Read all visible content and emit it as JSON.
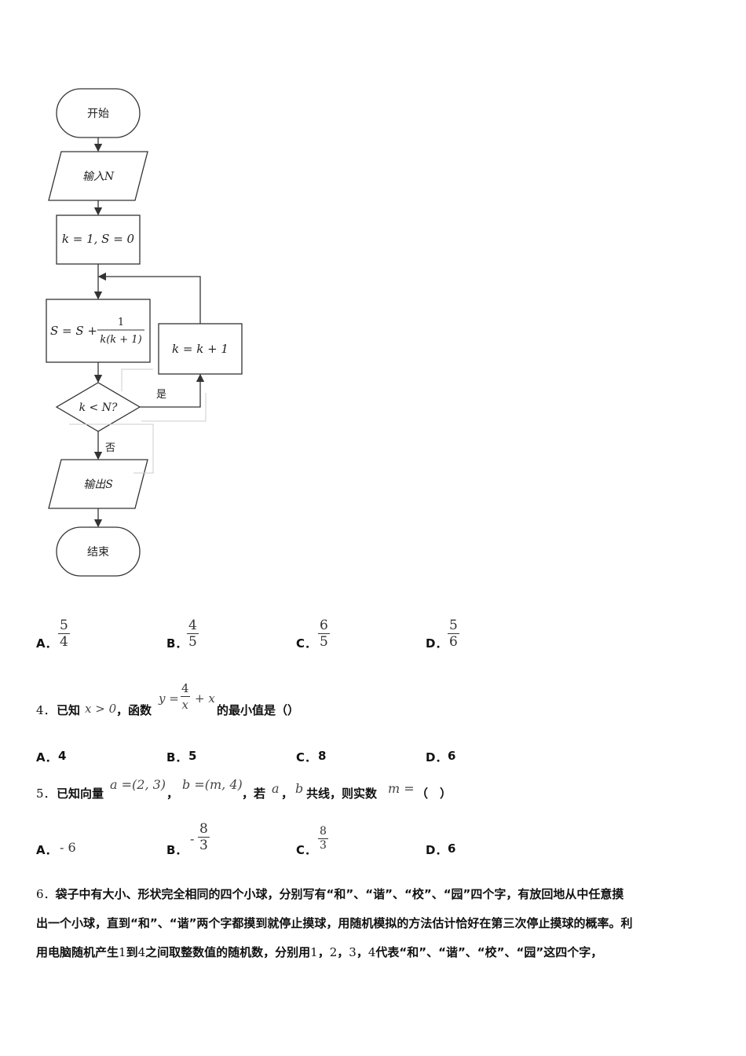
{
  "flowchart": {
    "start": "开始",
    "input": "输入N",
    "init": "k = 1, S = 0",
    "sum_lhs": "S = S +",
    "sum_num": "1",
    "sum_den": "k(k + 1)",
    "increment": "k = k + 1",
    "condition": "k < N?",
    "yes": "是",
    "no": "否",
    "output": "输出S",
    "end": "结束"
  },
  "q3_options": [
    {
      "label": "A．",
      "num": "5",
      "den": "4"
    },
    {
      "label": "B．",
      "num": "4",
      "den": "5"
    },
    {
      "label": "C．",
      "num": "6",
      "den": "5"
    },
    {
      "label": "D．",
      "num": "5",
      "den": "6"
    }
  ],
  "q4": {
    "number": "4．",
    "text1": "已知",
    "cond": "x > 0",
    "text2": "，函数",
    "fn_lhs": "y =",
    "fn_num": "4",
    "fn_den": "x",
    "fn_rhs": "+ x",
    "text3": "的最小值是（）",
    "options": [
      {
        "label": "A．",
        "value": "4"
      },
      {
        "label": "B．",
        "value": "5"
      },
      {
        "label": "C．",
        "value": "8"
      },
      {
        "label": "D．",
        "value": "6"
      }
    ]
  },
  "q5": {
    "number": "5．",
    "text1": "已知向量",
    "vec_a": "a =(2, 3)",
    "comma1": "，",
    "vec_b": "b =(m, 4)",
    "text2": "，若",
    "a": "a",
    "comma2": "，",
    "b": "b",
    "text3": "共线，则实数",
    "m": "m =",
    "text4": "（　）",
    "options": [
      {
        "label": "A．",
        "value": "- 6"
      },
      {
        "label": "B．",
        "sign": "-",
        "num": "8",
        "den": "3"
      },
      {
        "label": "C．",
        "num": "8",
        "den": "3"
      },
      {
        "label": "D．",
        "value": "6"
      }
    ]
  },
  "q6": {
    "number": "6．",
    "line1": "袋子中有大小、形状完全相同的四个小球，分别写有“和”、“谐”、“校”、“园”四个字，有放回地从中任意摸",
    "line2": "出一个小球，直到“和”、“谐”两个字都摸到就停止摸球，用随机模拟的方法估计恰好在第三次停止摸球的概率。利",
    "line3a": "用电脑随机产生",
    "n1": "1",
    "line3b": "到",
    "n4": "4",
    "line3c": "之间取整数值的随机数，分别用",
    "d1": "1",
    "sep1": "，",
    "d2": "2",
    "sep2": "，",
    "d3": "3",
    "sep3": "，",
    "d4": "4",
    "line3d": "代表“和”、“谐”、“校”、“园”这四个字，"
  }
}
